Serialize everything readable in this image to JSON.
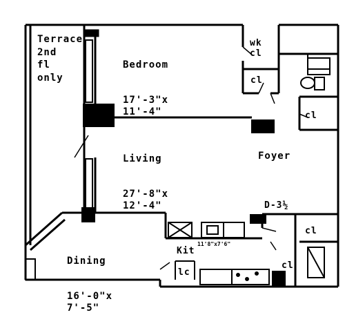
{
  "rooms": {
    "terrace": {
      "name": "Terrace\n2nd\nfl\nonly"
    },
    "bedroom": {
      "name": "Bedroom",
      "dims": "17'-3\"x\n11'-4\""
    },
    "living": {
      "name": "Living",
      "dims": "27'-8\"x\n12'-4\""
    },
    "foyer": {
      "name": "Foyer"
    },
    "dining": {
      "name": "Dining",
      "dims": "16'-0\"x\n7'-5\""
    },
    "kitchen": {
      "name": "Kit",
      "dims": "11'8\"x7'6\""
    },
    "dressing": {
      "name": "D-3½"
    }
  },
  "closets": {
    "walk_in": "wk\ncl",
    "cl1": "cl",
    "cl2": "cl",
    "cl3": "cl",
    "cl4": "cl",
    "linen": "lc"
  },
  "colors": {
    "wall": "#000000",
    "background": "#ffffff"
  }
}
